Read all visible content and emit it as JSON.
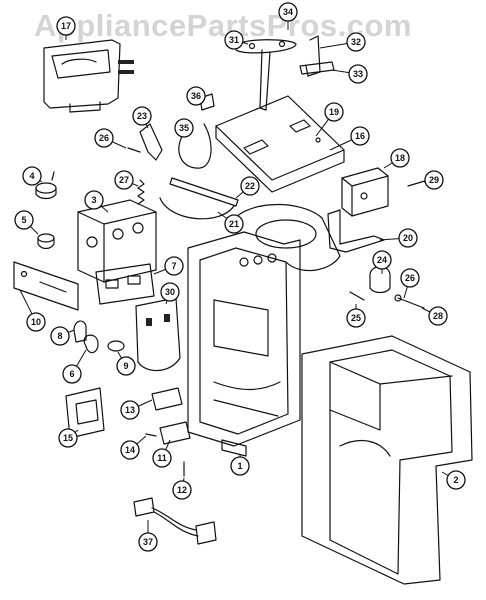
{
  "watermark": "AppliancePartsPros.com",
  "parts": [
    {
      "id": "1",
      "label": "1"
    },
    {
      "id": "2",
      "label": "2"
    },
    {
      "id": "3",
      "label": "3"
    },
    {
      "id": "4",
      "label": "4"
    },
    {
      "id": "5",
      "label": "5"
    },
    {
      "id": "6",
      "label": "6"
    },
    {
      "id": "7",
      "label": "7"
    },
    {
      "id": "8",
      "label": "8"
    },
    {
      "id": "9",
      "label": "9"
    },
    {
      "id": "10",
      "label": "10"
    },
    {
      "id": "11",
      "label": "11"
    },
    {
      "id": "12",
      "label": "12"
    },
    {
      "id": "13",
      "label": "13"
    },
    {
      "id": "14",
      "label": "14"
    },
    {
      "id": "15",
      "label": "15"
    },
    {
      "id": "16",
      "label": "16"
    },
    {
      "id": "17",
      "label": "17"
    },
    {
      "id": "18",
      "label": "18"
    },
    {
      "id": "19",
      "label": "19"
    },
    {
      "id": "20",
      "label": "20"
    },
    {
      "id": "21",
      "label": "21"
    },
    {
      "id": "22",
      "label": "22"
    },
    {
      "id": "23",
      "label": "23"
    },
    {
      "id": "24",
      "label": "24"
    },
    {
      "id": "25",
      "label": "25"
    },
    {
      "id": "26a",
      "label": "26"
    },
    {
      "id": "26b",
      "label": "26"
    },
    {
      "id": "27",
      "label": "27"
    },
    {
      "id": "28",
      "label": "28"
    },
    {
      "id": "29",
      "label": "29"
    },
    {
      "id": "30",
      "label": "30"
    },
    {
      "id": "31",
      "label": "31"
    },
    {
      "id": "32",
      "label": "32"
    },
    {
      "id": "33",
      "label": "33"
    },
    {
      "id": "34",
      "label": "34"
    },
    {
      "id": "35",
      "label": "35"
    },
    {
      "id": "36",
      "label": "36"
    },
    {
      "id": "37",
      "label": "37"
    }
  ]
}
